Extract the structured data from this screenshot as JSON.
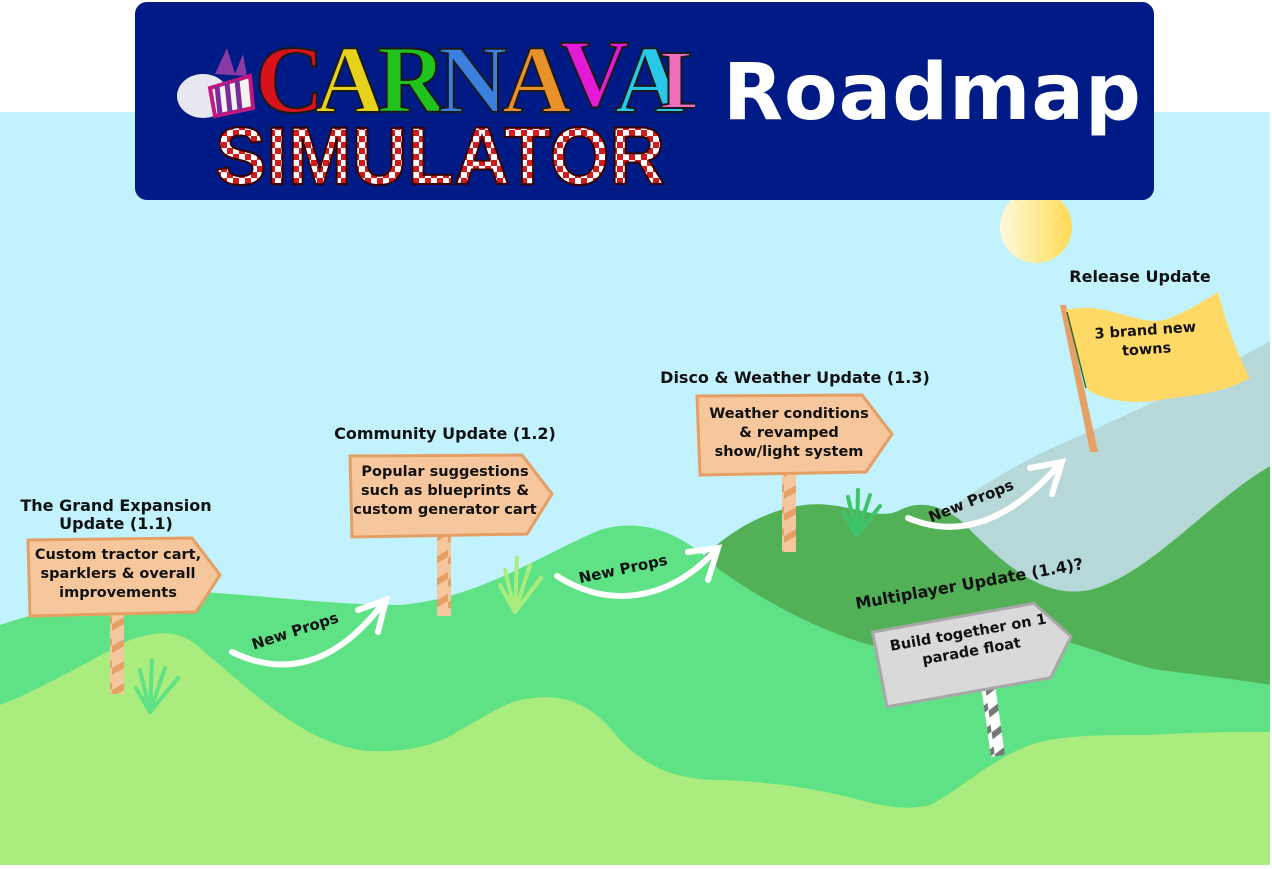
{
  "header": {
    "logo_line1": "CARNAVAL",
    "logo_line2": "SIMULATOR",
    "logo_line1_letters": [
      "C",
      "A",
      "R",
      "N",
      "A",
      "V",
      "A",
      "L"
    ],
    "logo_line1_colors": [
      "#d8121b",
      "#e6d21a",
      "#22c21c",
      "#3b7fe0",
      "#e8902a",
      "#e51ad9",
      "#27c8e8",
      "#ef6fbd"
    ],
    "title": "Roadmap",
    "banner_color": "#001b85"
  },
  "milestones": [
    {
      "title_line1": "The Grand Expansion",
      "title_line2": "Update (1.1)",
      "sign_lines": [
        "Custom tractor cart,",
        "sparklers & overall",
        "improvements"
      ],
      "status": "sign-wood"
    },
    {
      "title": "Community Update (1.2)",
      "sign_lines": [
        "Popular suggestions",
        "such as blueprints &",
        "custom generator cart"
      ],
      "status": "sign-wood"
    },
    {
      "title": "Disco & Weather Update (1.3)",
      "sign_lines": [
        "Weather conditions",
        "& revamped",
        "show/light system"
      ],
      "status": "sign-wood"
    },
    {
      "title": "Multiplayer Update (1.4)?",
      "sign_lines": [
        "Build together on 1",
        "parade float"
      ],
      "status": "sign-stone"
    },
    {
      "title": "Release Update",
      "sign_lines": [
        "3 brand new",
        "towns"
      ],
      "status": "flag"
    }
  ],
  "connectors": [
    {
      "label": "New Props"
    },
    {
      "label": "New Props"
    },
    {
      "label": "New Props"
    }
  ],
  "colors": {
    "sky": "#c2f2fd",
    "hill_light": "#abec7e",
    "hill_mid": "#5fe285",
    "hill_dark": "#52b056",
    "mountain": "#b6d8d8",
    "sign_wood": "#f6c79d",
    "sign_wood_edge": "#e59e63",
    "sign_stone": "#d9d9d9",
    "flag": "#ffd966",
    "sun": "#ffe48a"
  }
}
